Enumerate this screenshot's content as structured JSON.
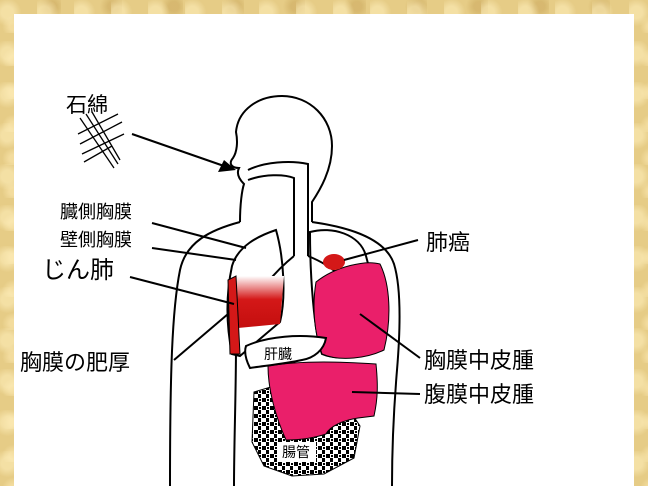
{
  "diagram": {
    "labels": {
      "asbestos": "石綿",
      "visceral_pleura": "臓側胸膜",
      "parietal_pleura": "壁側胸膜",
      "pneumoconiosis": "じん肺",
      "pleural_thickening": "胸膜の肥厚",
      "lung_cancer": "肺癌",
      "pleural_mesothelioma": "胸膜中皮腫",
      "peritoneal_mesothelioma": "腹膜中皮腫",
      "liver": "肝臓",
      "intestine": "腸管"
    },
    "colors": {
      "lesion_red": "#d41818",
      "mesothelioma_pink": "#ea1f6a",
      "outline": "#000000",
      "background": "#e6cc86"
    }
  }
}
